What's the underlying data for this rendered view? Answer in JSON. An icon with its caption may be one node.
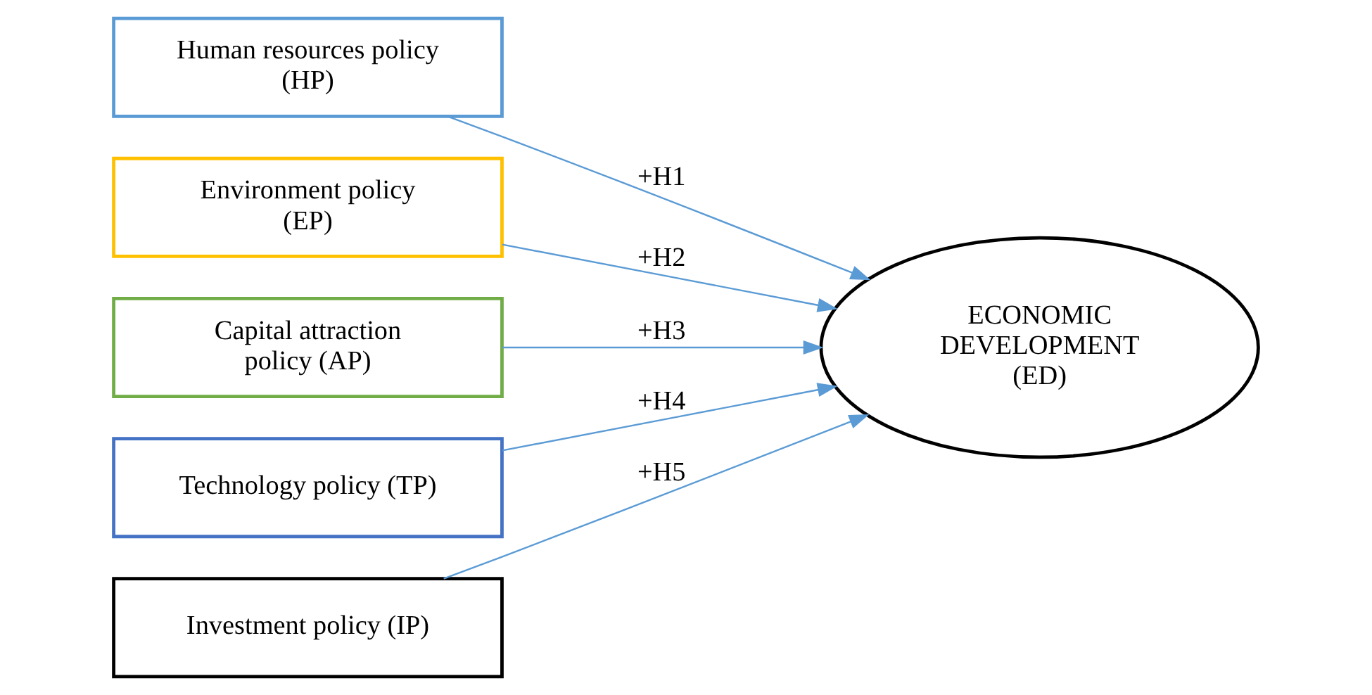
{
  "diagram": {
    "nodes": [
      {
        "text": [
          "Human resources policy (HP)"
        ]
      },
      {
        "text": [
          "Environment policy (EP)"
        ]
      },
      {
        "text": [
          "Capital attraction policy (AP)"
        ]
      },
      {
        "text": [
          "Technology policy (TP)"
        ]
      },
      {
        "text": [
          "Investment policy (IP)"
        ]
      },
      {
        "text": [
          "ECONOMIC DEVELOPMENT (ED)"
        ]
      }
    ],
    "edges": [
      {
        "from": 0,
        "to": 5,
        "arrow": "to",
        "label": "+H1"
      },
      {
        "from": 1,
        "to": 5,
        "arrow": "to",
        "label": "+H2"
      },
      {
        "from": 2,
        "to": 5,
        "arrow": "to",
        "label": "+H3"
      },
      {
        "from": 3,
        "to": 5,
        "arrow": "to",
        "label": "+H4"
      },
      {
        "from": 4,
        "to": 5,
        "arrow": "to",
        "label": "+H5"
      }
    ]
  }
}
